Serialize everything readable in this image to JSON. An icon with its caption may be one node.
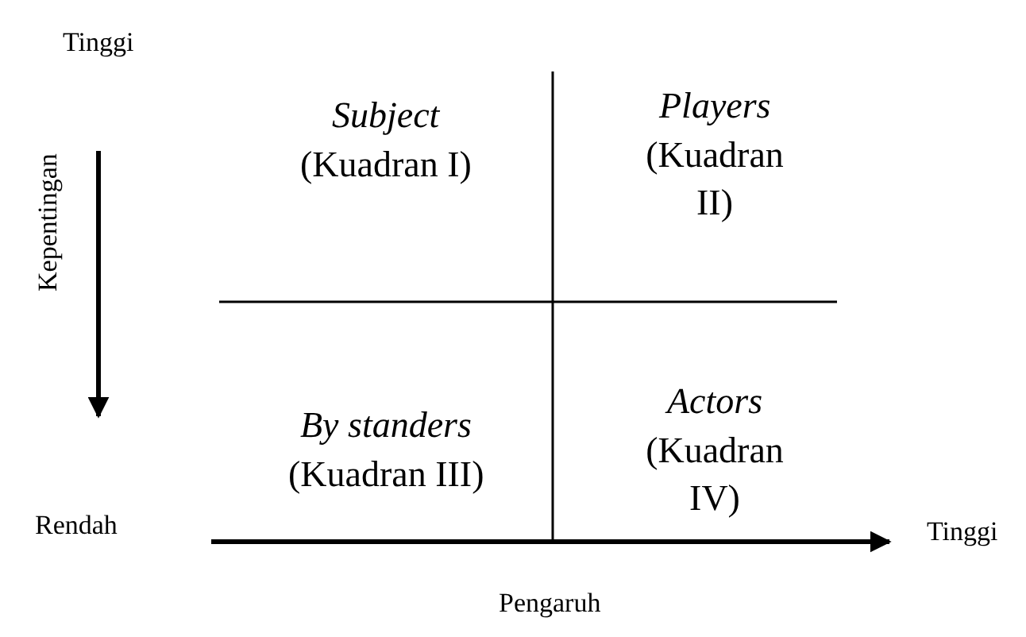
{
  "diagram": {
    "labels": [
      "Tinggi",
      "Subject",
      "(Kuadran I)",
      "Players",
      "(Kuadran II)",
      "Kepentingan",
      "By standers",
      "(Kuadran III)",
      "Actors",
      "(Kuadran IV)",
      "Rendah",
      "Tinggi",
      "Pengaruh"
    ]
  }
}
